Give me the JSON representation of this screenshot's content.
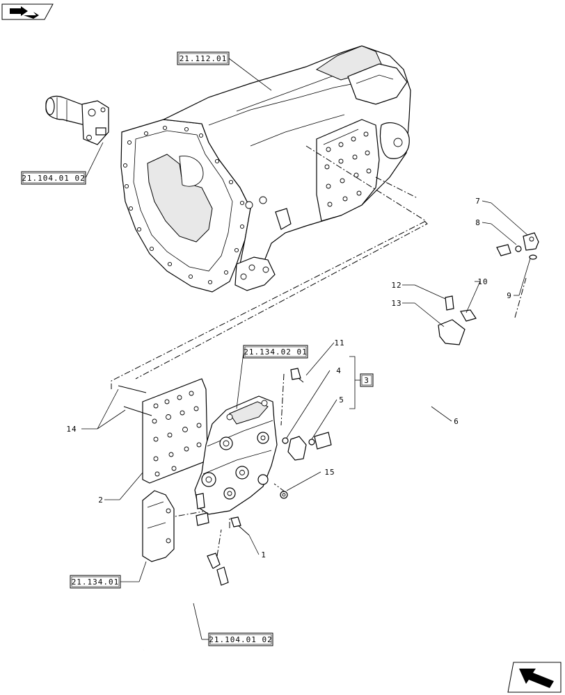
{
  "refs": {
    "r1": "21.112.01",
    "r2": "21.104.01 02",
    "r3": "21.134.02 01",
    "r4": "21.134.01",
    "r5": "21.104.01 02"
  },
  "callouts": {
    "n1": "1",
    "n2": "2",
    "n3": "3",
    "n4": "4",
    "n5": "5",
    "n6": "6",
    "n7": "7",
    "n8": "8",
    "n9": "9",
    "n10": "10",
    "n11": "11",
    "n12": "12",
    "n13": "13",
    "n14": "14",
    "n15": "15"
  },
  "icons": {
    "top_left": "book-arrow-icon",
    "bottom_right": "next-page-arrow-icon"
  }
}
